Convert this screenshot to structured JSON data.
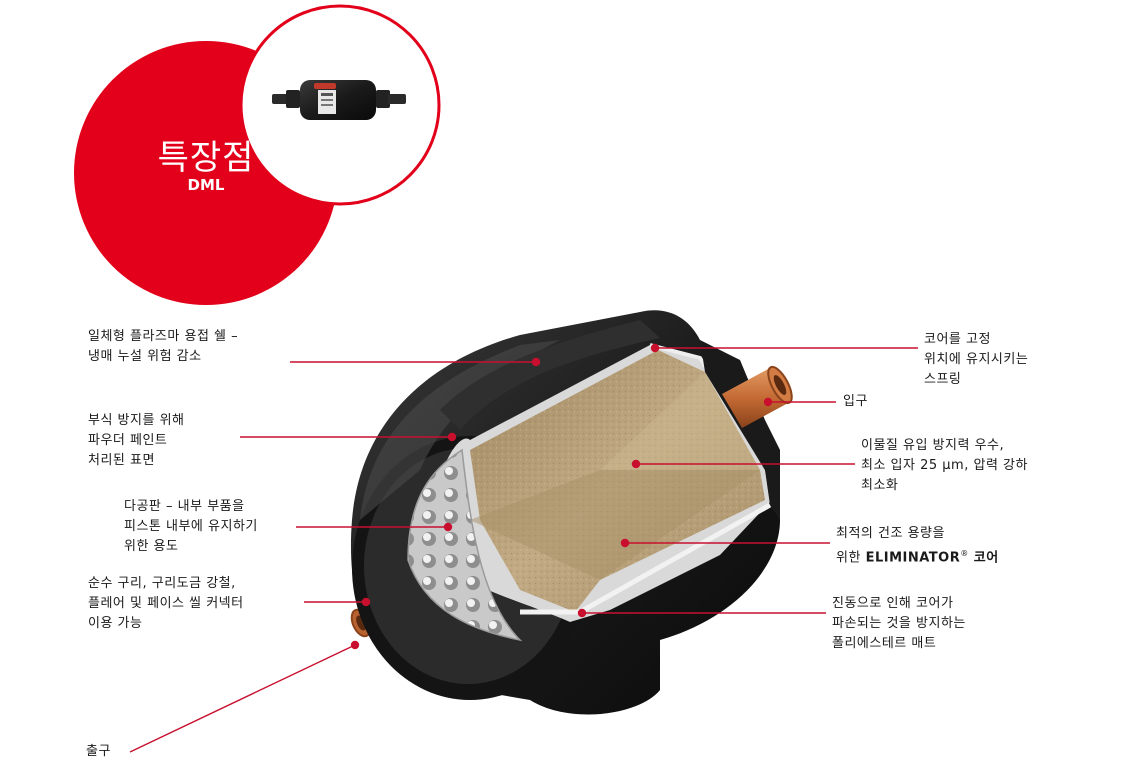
{
  "header": {
    "title": "특장점",
    "subtitle": "DML"
  },
  "colors": {
    "brand_red": "#e2001a",
    "shell_black": "#1c1c1c",
    "copper": "#c8703d",
    "core_tan": "#b39a72"
  },
  "callouts": {
    "shell": "일체형 플라즈마 용접 쉘 –\n냉매 누설 위험 감소",
    "paint": "부식 방지를 위해\n파우더 페인트\n처리된 표면",
    "plate": "다공판 – 내부 부품을\n피스톤 내부에 유지하기\n위한 용도",
    "connector": "순수 구리, 구리도금 강철,\n플레어 및 페이스 씰 커넥터\n이용 가능",
    "outlet": "출구",
    "spring": "코어를 고정\n위치에 유지시키는\n스프링",
    "inlet": "입구",
    "particle": "이물질 유입 방지력 우수,\n최소 입자 25 μm, 압력 강하\n최소화",
    "core_line1": "최적의 건조 용량을",
    "core_prefix": "위한 ",
    "core_brand": "ELIMINATOR",
    "core_reg": "®",
    "core_suffix": " 코어",
    "mat": "진동으로 인해 코어가\n파손되는 것을 방지하는\n폴리에스테르 매트"
  }
}
